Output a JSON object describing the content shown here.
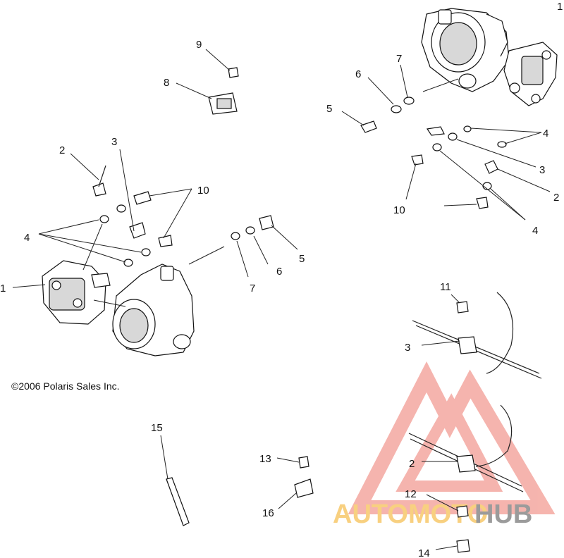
{
  "copyright": "©2006 Polaris Sales Inc.",
  "watermark": {
    "word_part1": "AUTOMOTO",
    "word_part2": "HUB",
    "color_accent": "#f4a8a0",
    "color_text1": "#f7c86a",
    "color_text2": "#8a8a8a"
  },
  "callouts": {
    "c1a": "1",
    "c1b": "1",
    "c2a": "2",
    "c2b": "2",
    "c2c": "2",
    "c3a": "3",
    "c3b": "3",
    "c3c": "3",
    "c4a": "4",
    "c4b": "4",
    "c4c": "4",
    "c5a": "5",
    "c5b": "5",
    "c6a": "6",
    "c6b": "6",
    "c7a": "7",
    "c7b": "7",
    "c8": "8",
    "c9": "9",
    "c10a": "10",
    "c10b": "10",
    "c11": "11",
    "c12": "12",
    "c13": "13",
    "c14": "14",
    "c15": "15",
    "c16": "16"
  }
}
